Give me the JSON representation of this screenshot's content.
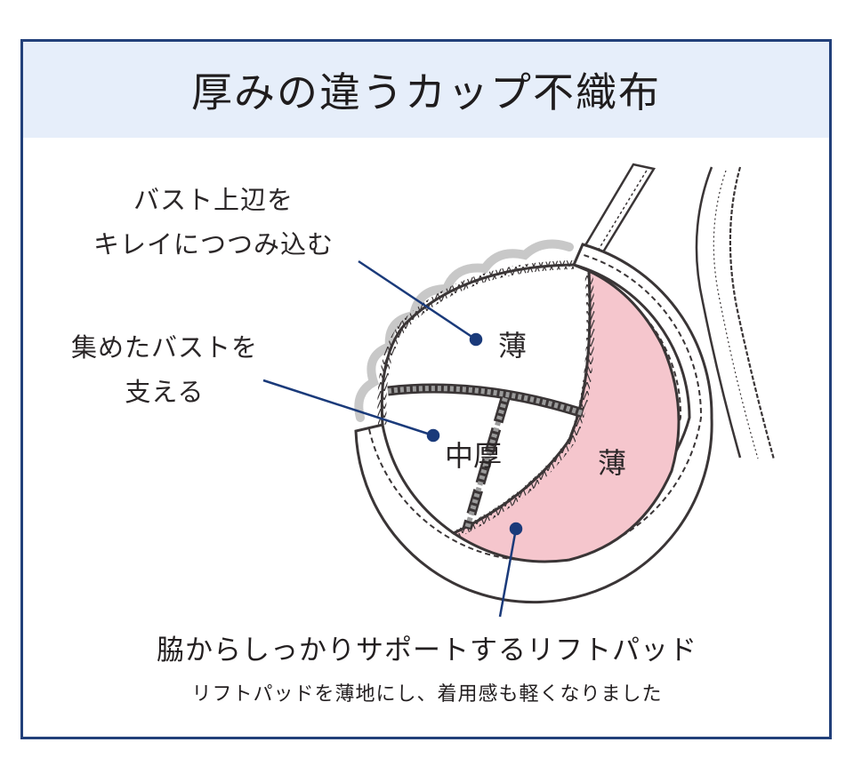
{
  "title": "厚みの違うカップ不織布",
  "labels": {
    "top_edge": [
      "バスト上辺を",
      "キレイにつつみ込む"
    ],
    "center_support": [
      "集めたバストを",
      "支える"
    ]
  },
  "zones": {
    "upper": "薄",
    "middle": "中厚",
    "side": "薄"
  },
  "caption": {
    "main": "脇からしっかりサポートするリフトパッド",
    "sub": "リフトパッドを薄地にし、着用感も軽くなりました"
  },
  "colors": {
    "frame": "#22407a",
    "header_bg": "#e6eefa",
    "pad_fill": "#f5c6cd",
    "leader": "#1a3a7a",
    "outline": "#3a3536",
    "lace": "#c8c8c8"
  }
}
